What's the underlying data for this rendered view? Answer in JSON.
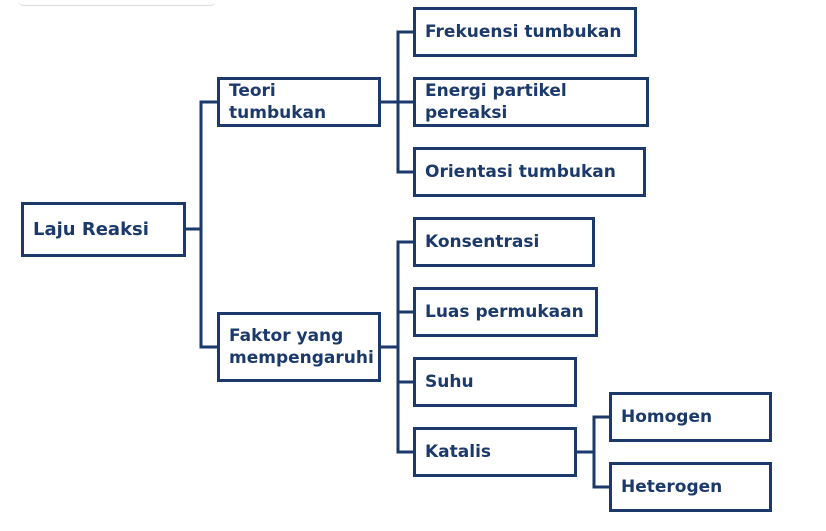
{
  "colors": {
    "stroke": "#1b3a6b",
    "text": "#1b3a6b",
    "background": "#ffffff"
  },
  "root": {
    "label": "Laju Reaksi"
  },
  "teori": {
    "label": "Teori tumbukan",
    "children": [
      "Frekuensi tumbukan",
      "Energi partikel pereaksi",
      "Orientasi tumbukan"
    ]
  },
  "faktor": {
    "label": "Faktor yang\nmempengaruhi",
    "children": [
      "Konsentrasi",
      "Luas permukaan",
      "Suhu",
      "Katalis"
    ]
  },
  "katalis": {
    "children": [
      "Homogen",
      "Heterogen"
    ]
  }
}
